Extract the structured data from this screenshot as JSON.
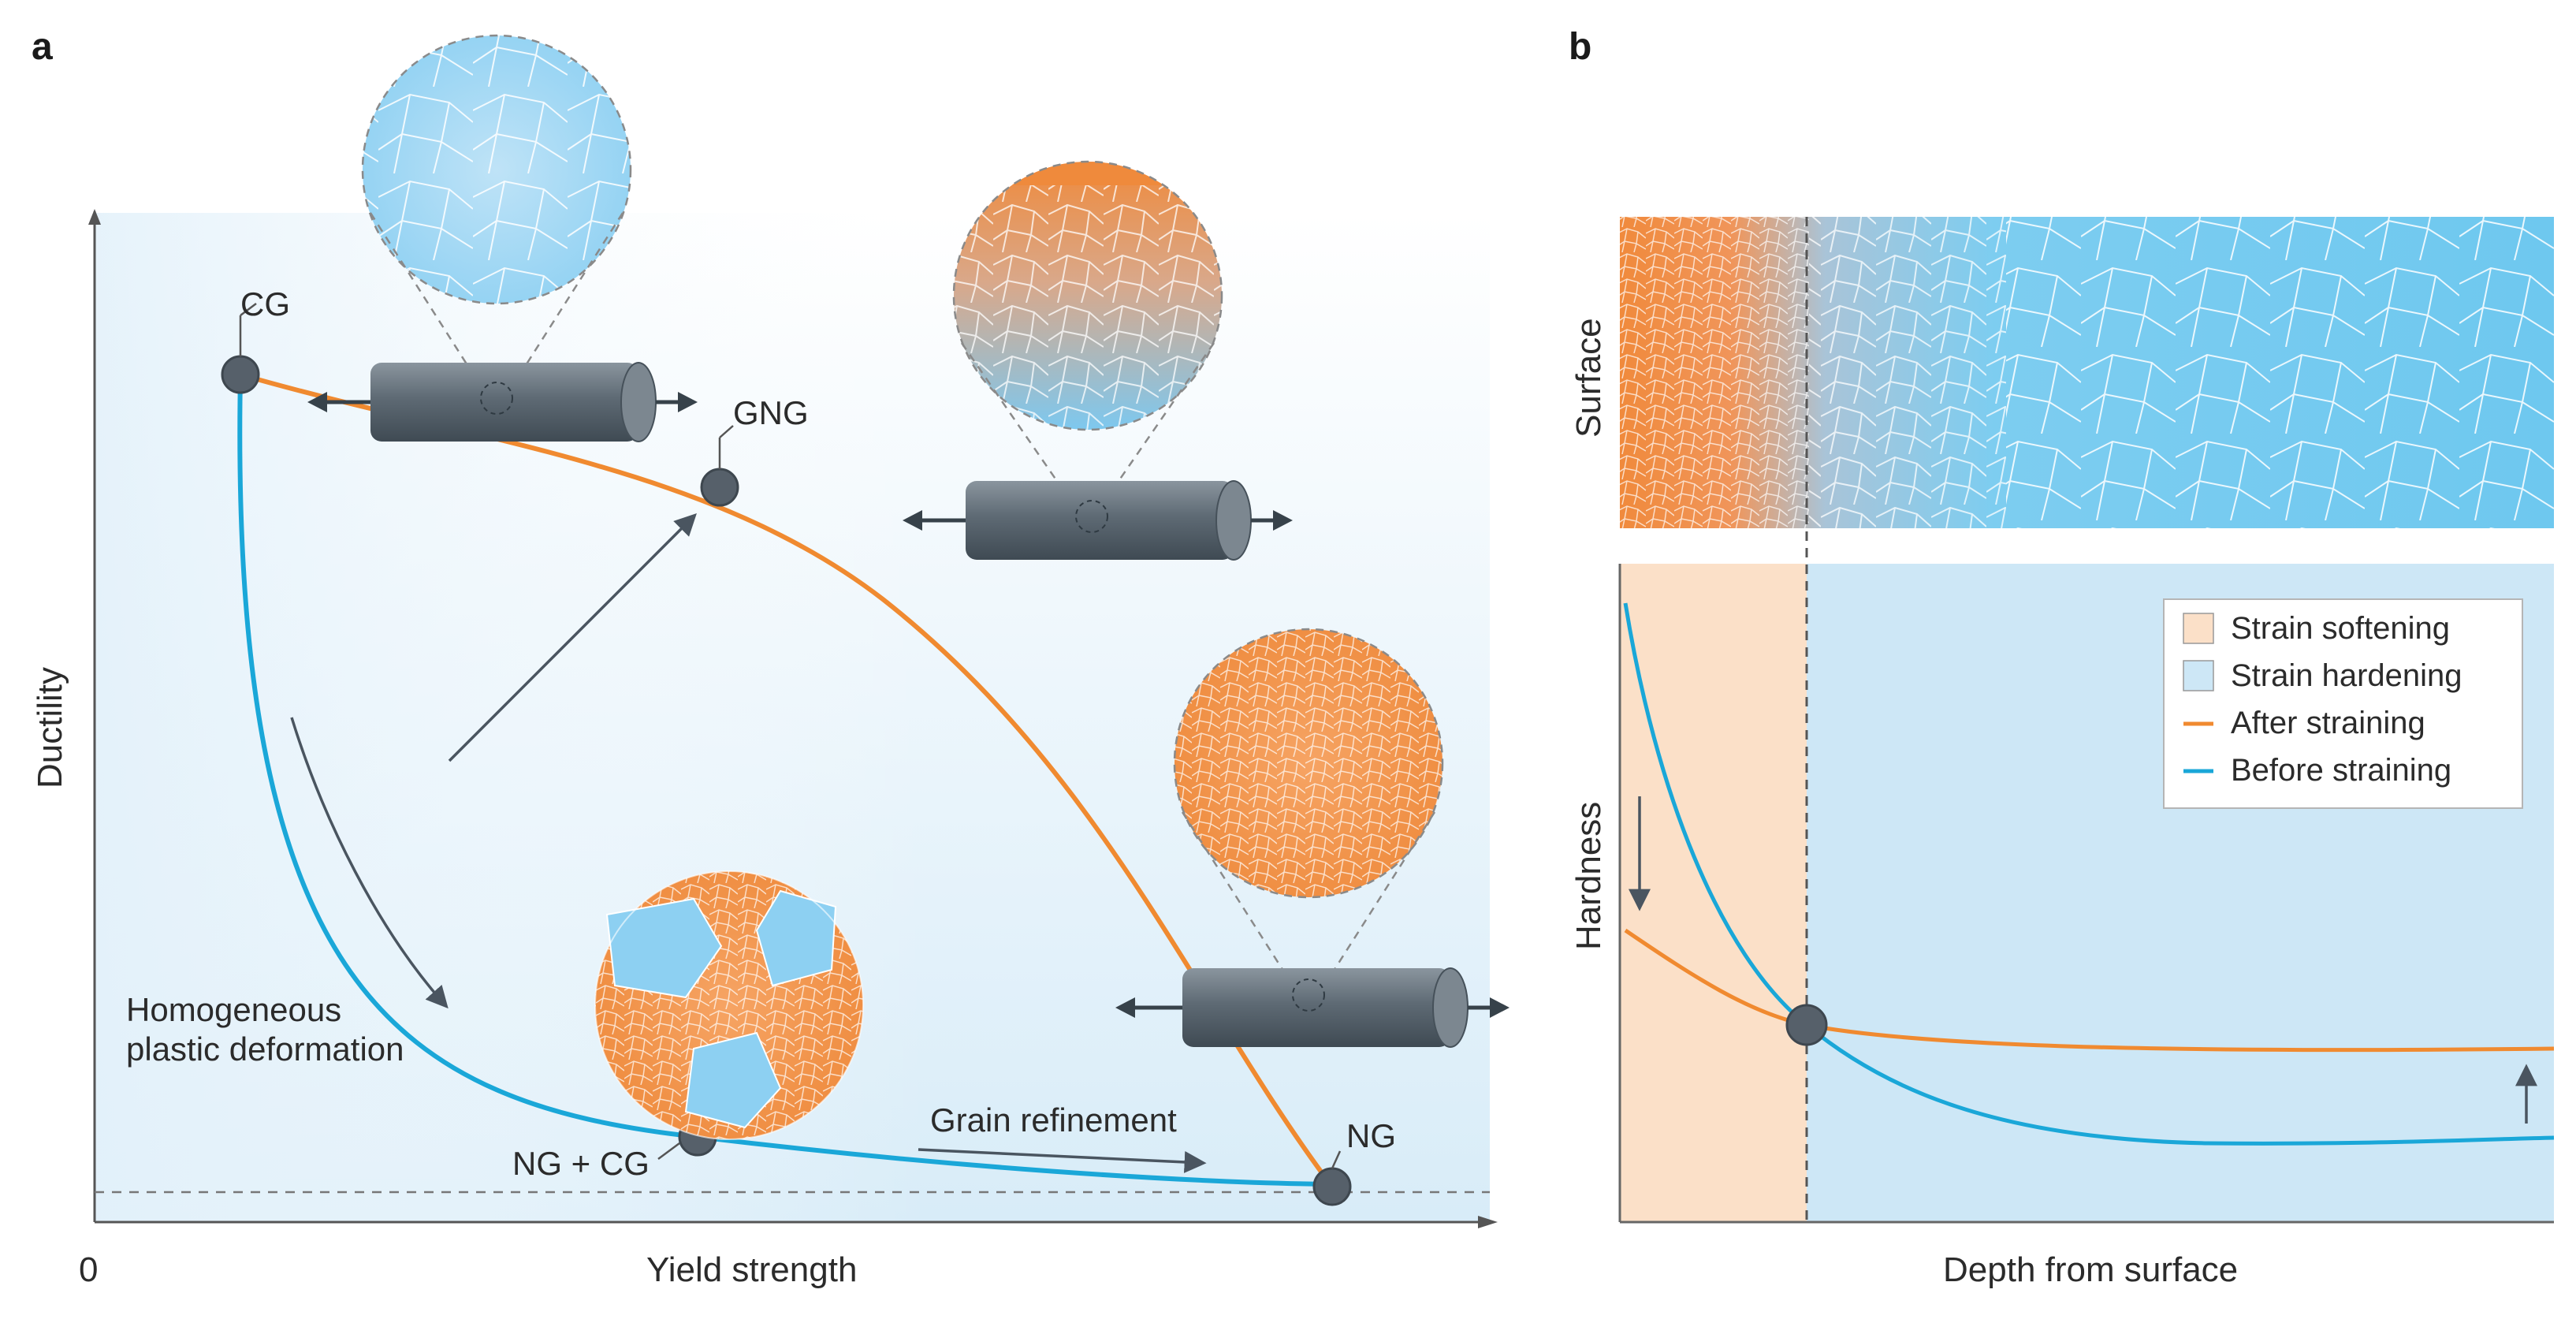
{
  "panel_a": {
    "panel_label": "a",
    "x_axis_label": "Yield strength",
    "y_axis_label": "Ductility",
    "origin_label": "0",
    "points": {
      "cg": "CG",
      "gng": "GNG",
      "ng": "NG",
      "ngcg": "NG + CG"
    },
    "annotations": {
      "homogeneous_line1": "Homogeneous",
      "homogeneous_line2": "plastic deformation",
      "grain_refinement": "Grain refinement"
    },
    "colors": {
      "after": "#f08a30",
      "before": "#1aa7d8",
      "point": "#56606a"
    }
  },
  "panel_b": {
    "panel_label": "b",
    "surface_label": "Surface",
    "hardness_label": "Hardness",
    "x_axis_label": "Depth from surface",
    "legend": [
      {
        "label": "Strain softening",
        "swatch": "#fbe0c8",
        "kind": "box"
      },
      {
        "label": "Strain hardening",
        "swatch": "#cde7f6",
        "kind": "box"
      },
      {
        "label": "After straining",
        "swatch": "#f08a30",
        "kind": "line"
      },
      {
        "label": "Before straining",
        "swatch": "#1aa7d8",
        "kind": "line"
      }
    ]
  }
}
